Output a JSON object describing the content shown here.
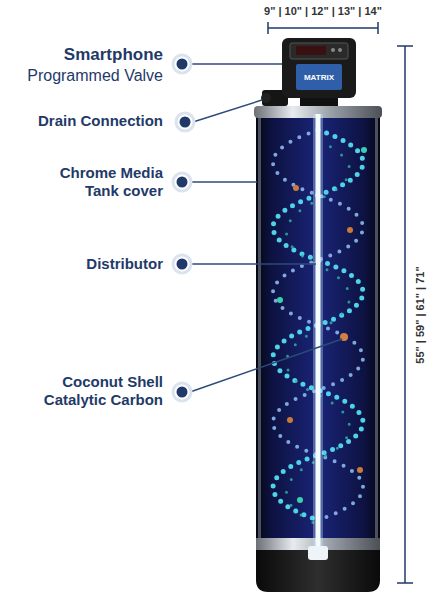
{
  "diagram": {
    "labels": [
      "Smartphone",
      "Programmed Valve",
      "Drain Connection",
      "Chrome Media Tank cover",
      "Distributor",
      "Coconut Shell Catalytic Carbon",
      "9\" | 10\" | 12\" | 13\" | 14\"",
      "55\" | 59\" | 61\" | 71\"",
      "MATRIX"
    ]
  }
}
